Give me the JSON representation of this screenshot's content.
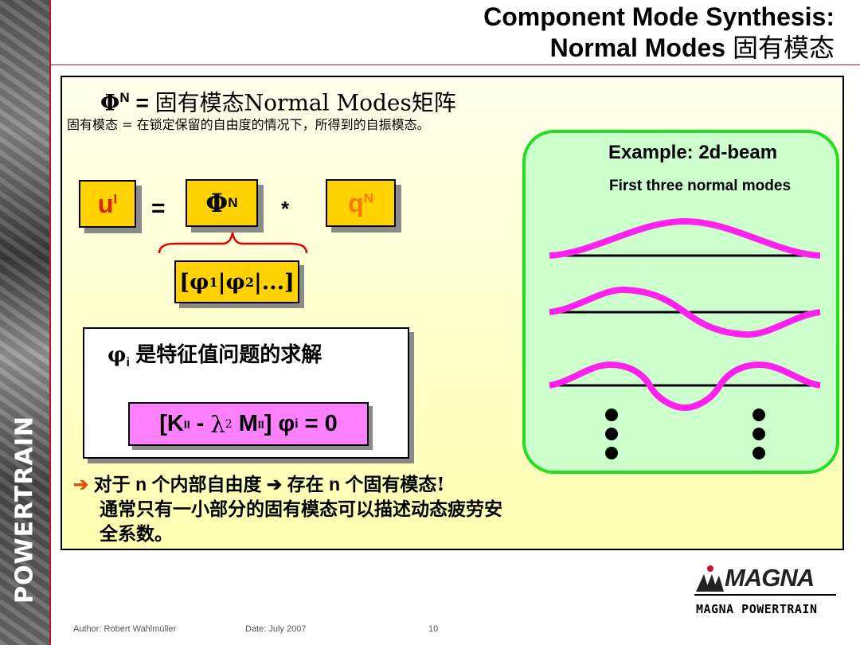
{
  "sidebar": {
    "brand_vertical": "POWERTRAIN"
  },
  "header": {
    "title_line1": "Component Mode Synthesis:",
    "title_line2_en": "Normal Modes",
    "title_line2_cn": "固有模态"
  },
  "main": {
    "heading": {
      "phi": "Φ",
      "sup": "N",
      "eq": "=",
      "text": "固有模态Normal Modes矩阵"
    },
    "description": "固有模态 = 在锁定保留的自由度的情况下，所得到的自振模态。",
    "formula": {
      "u_label": "u",
      "u_sup": "I",
      "equals": "=",
      "phi_label": "Φ",
      "phi_sup": "N",
      "times": "*",
      "q_label": "q",
      "q_sup": "N"
    },
    "phi_columns": {
      "open": "[φ",
      "sub1": "1",
      "sep1": "|φ",
      "sub2": "2",
      "rest": "|...]"
    },
    "eigen_box": {
      "label_phi": "φ",
      "label_sub": "i",
      "label_text": "是特征值问题的求解",
      "eq_part1": "[K",
      "eq_sup1": "II",
      "eq_minus": " - ",
      "eq_lambda": "λ",
      "eq_lsup": "2",
      "eq_m": " M",
      "eq_sup2": "II",
      "eq_close": "] φ",
      "eq_sub": "i",
      "eq_end": " = 0"
    },
    "bullet": {
      "arrow": "➔",
      "line1_a": "对于",
      "line1_n": "n",
      "line1_b": "个内部自由度",
      "line1_arrow": "➔",
      "line1_c": "存在",
      "line1_n2": "n",
      "line1_d": "个固有模态!",
      "line2": "通常只有一小部分的固有模态可以描述动态疲劳安",
      "line3": "全系数。"
    }
  },
  "example": {
    "title": "Example: 2d-beam",
    "subtitle": "First three normal modes"
  },
  "logo": {
    "word": "MAGNA",
    "sub": "MAGNA POWERTRAIN"
  },
  "footer": {
    "author": "Author: Robert Wahlmüller",
    "date": "Date: July 2007",
    "page": "10"
  },
  "colors": {
    "accent_red": "#c8102e",
    "box_yellow": "#ffd200",
    "mode_magenta": "#ff22ee",
    "example_green": "#22dd22",
    "u_red": "#dd2200",
    "q_orange": "#ff7700"
  }
}
